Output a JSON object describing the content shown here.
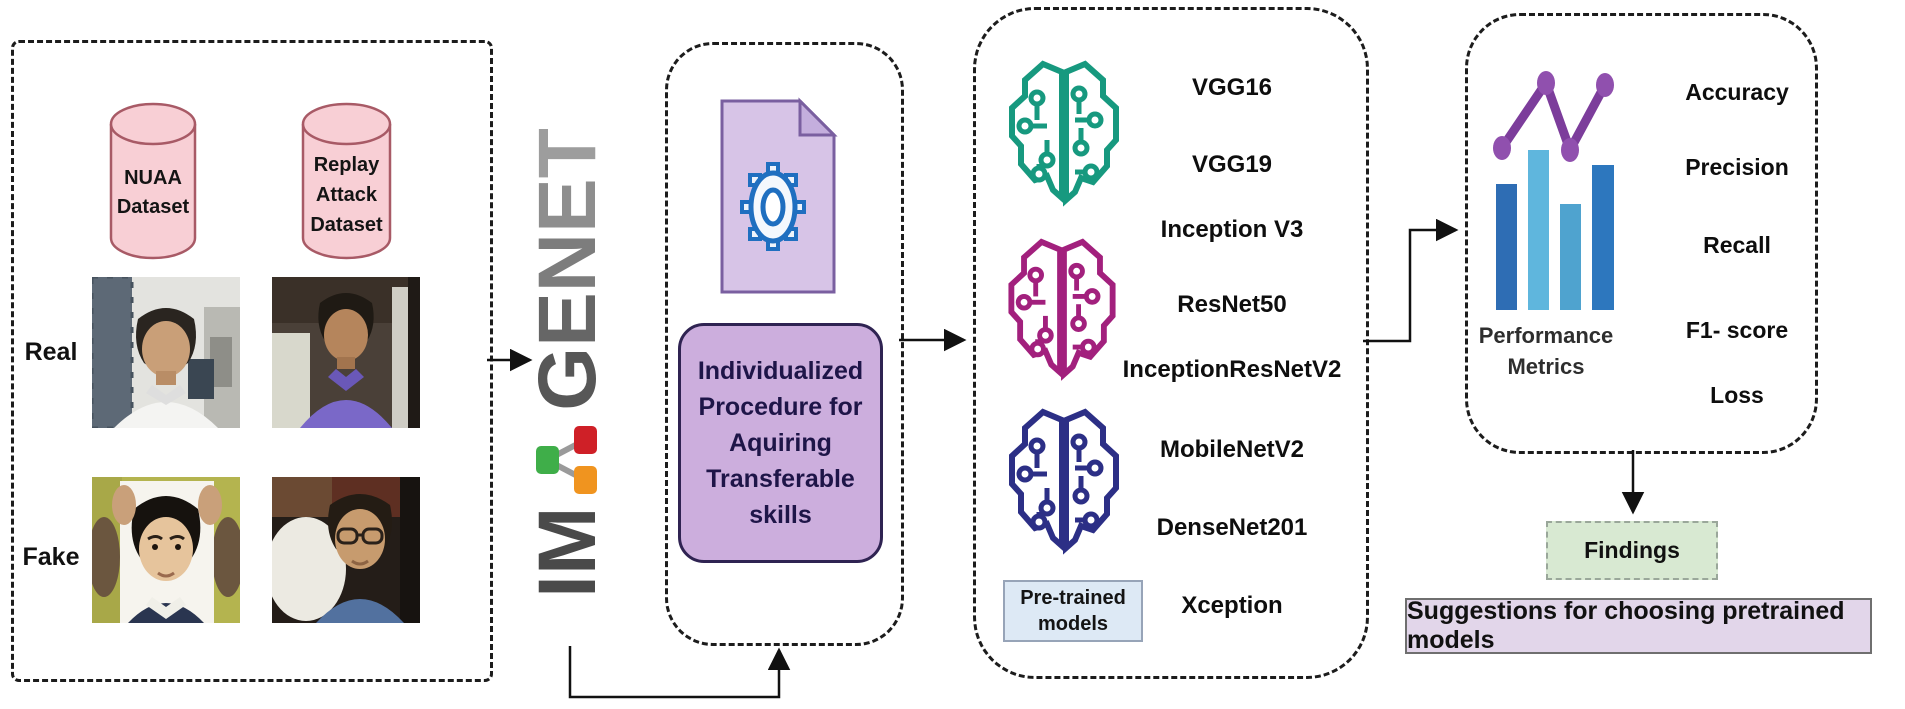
{
  "stage1": {
    "datasets": {
      "nuaa": {
        "line1": "NUAA",
        "line2": "Dataset"
      },
      "replay": {
        "line1": "Replay",
        "line2": "Attack",
        "line3": "Dataset"
      }
    },
    "row_labels": {
      "real": "Real",
      "fake": "Fake"
    }
  },
  "imagenet": {
    "letters": [
      "I",
      "M",
      "G",
      "E",
      "N",
      "E",
      "T"
    ],
    "mark_colors": {
      "green": "#3fae49",
      "red": "#cf2027",
      "orange": "#f0941f"
    }
  },
  "stage2": {
    "procedure_lines": [
      "Individualized",
      "Procedure for",
      "Aquiring",
      "Transferable",
      "skills"
    ]
  },
  "stage3": {
    "models": [
      "VGG16",
      "VGG19",
      "Inception V3",
      "ResNet50",
      "InceptionResNetV2",
      "MobileNetV2",
      "DenseNet201",
      "Xception"
    ],
    "badge": {
      "line1": "Pre-trained",
      "line2": "models"
    },
    "brain_colors": {
      "teal": "#17997f",
      "magenta": "#a2207d",
      "navy": "#2c2f86"
    }
  },
  "stage4": {
    "caption": {
      "line1": "Performance",
      "line2": "Metrics"
    },
    "metrics": [
      "Accuracy",
      "Precision",
      "Recall",
      "F1- score",
      "Loss"
    ],
    "bar_colors": [
      "#2e6db4",
      "#5fb6dd",
      "#4fa3cf",
      "#2d77be"
    ],
    "line_color": "#7c3d9b"
  },
  "outputs": {
    "findings_label": "Findings",
    "suggestions_label": "Suggestions for choosing pretrained models"
  },
  "colors": {
    "cylinder_fill": "#f8cfd5",
    "cylinder_stroke": "#a85a66",
    "procedure_fill": "#ccaedd",
    "document_fill": "#d7c4e7",
    "findings_fill": "#d8e9d2",
    "suggestions_fill": "#e2d6ea",
    "pretrained_fill": "#dde9f5"
  }
}
